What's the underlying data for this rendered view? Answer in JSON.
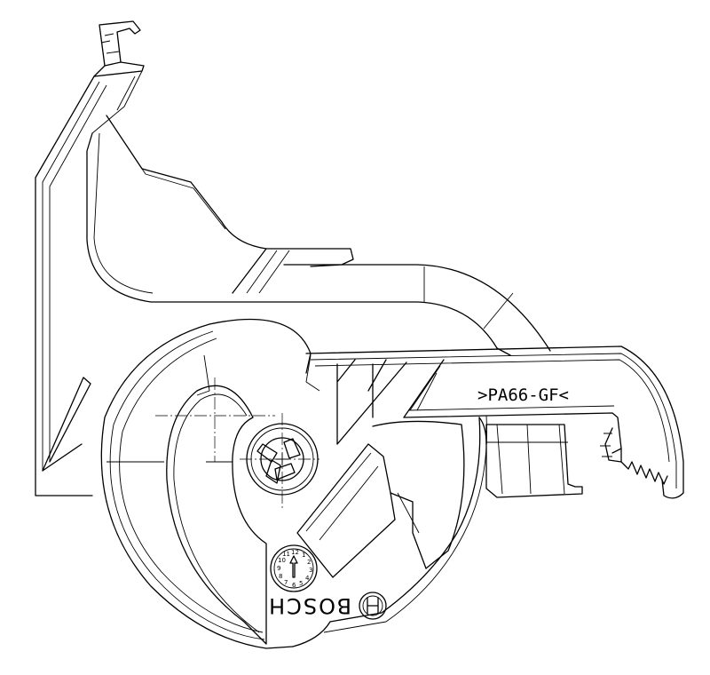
{
  "drawing": {
    "material_marking": ">PA66-GF<",
    "brand_text": "BOSCH",
    "brand_logo": "bosch-armature-logo",
    "date_clock": {
      "numbers": [
        "12",
        "1",
        "2",
        "3",
        "4",
        "5",
        "6",
        "7",
        "8",
        "9",
        "10",
        "11"
      ]
    }
  }
}
